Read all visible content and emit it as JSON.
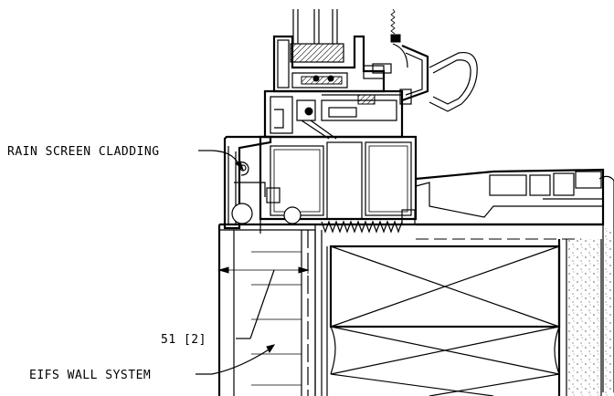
{
  "labels": {
    "rain_screen": "RAIN SCREEN CLADDING",
    "dimension": "51 [2]",
    "eifs": "EIFS WALL SYSTEM"
  }
}
